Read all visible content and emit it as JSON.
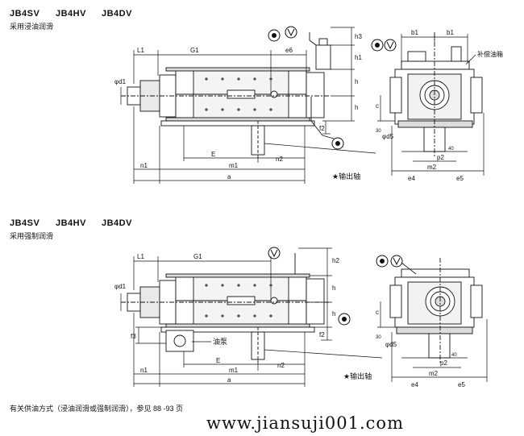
{
  "sections": [
    {
      "models": [
        "JB4SV",
        "JB4HV",
        "JB4DV"
      ],
      "subtitle": "采用浸油润滑",
      "labels": {
        "L1": "L1",
        "G1": "G1",
        "e6": "e6",
        "h3": "h3",
        "h1": "h1",
        "h": "h",
        "d1": "φd1",
        "f2": "f2",
        "E": "E",
        "n2": "n2",
        "n1": "n1",
        "m1": "m1",
        "a": "a",
        "b1_left": "b1",
        "b1_right": "b1",
        "c": "c",
        "p2": "p2",
        "m2": "m2",
        "e4": "e4",
        "e5": "e5",
        "d5": "φd5",
        "s30": "30",
        "sup40": "40",
        "breather": "补偿油箱",
        "output_shaft": "★输出轴"
      }
    },
    {
      "models": [
        "JB4SV",
        "JB4HV",
        "JB4DV"
      ],
      "subtitle": "采用强制润滑",
      "labels": {
        "L1": "L1",
        "G1": "G1",
        "h2": "h2",
        "h": "h",
        "d1": "φd1",
        "f3": "f3",
        "f2": "f2",
        "E": "E",
        "n2": "n2",
        "n1": "n1",
        "m1": "m1",
        "a": "a",
        "c": "c",
        "p2": "p2",
        "m2": "m2",
        "e4": "e4",
        "e5": "e5",
        "d5": "φd5",
        "s30": "30",
        "sup40": "40",
        "pump": "油泵",
        "output_shaft": "★输出轴"
      }
    }
  ],
  "footer_note": "有关供油方式（浸油润滑或强制润滑），参见  88 -93  页",
  "watermark": "www.jiansuji001.com"
}
